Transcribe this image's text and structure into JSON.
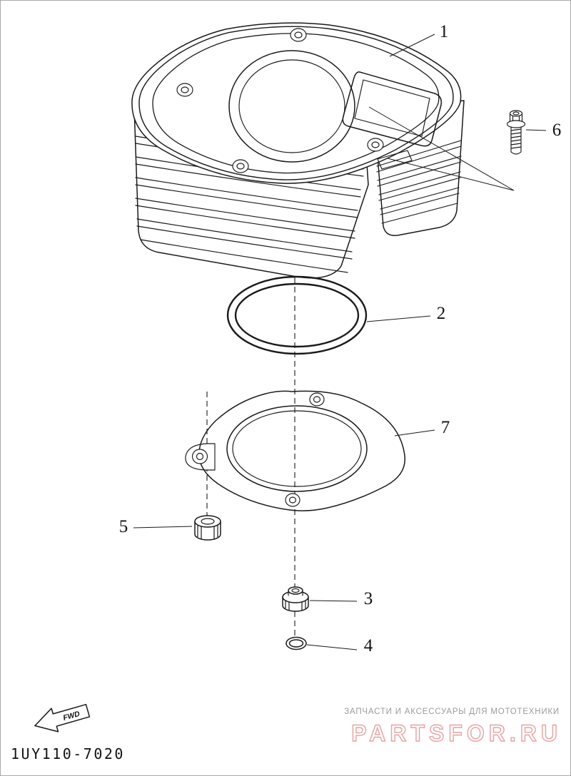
{
  "diagram": {
    "code": "1UY110-7020",
    "fwd_label": "FWD",
    "callouts": [
      "1",
      "2",
      "3",
      "4",
      "5",
      "6",
      "7"
    ]
  },
  "watermark": {
    "tagline": "ЗАПЧАСТИ И АКСЕССУАРЫ ДЛЯ МОТОТЕХНИКИ",
    "brand": "PARTSFOR.RU",
    "brand_outline_color": "#e8a2a2",
    "tagline_color": "#9b9b9b"
  },
  "canvas": {
    "background": "#ffffff",
    "line_color": "#1a1a1a"
  }
}
